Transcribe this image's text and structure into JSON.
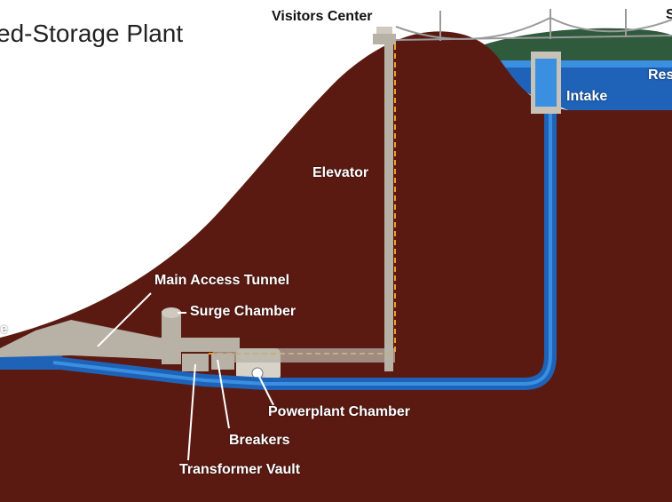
{
  "diagram": {
    "title": "ed-Storage Plant",
    "labels": {
      "visitors_center": "Visitors Center",
      "elevator": "Elevator",
      "intake": "Intake",
      "reservoir_partial": "Res",
      "main_access_tunnel": "Main Access Tunnel",
      "surge_chamber": "Surge Chamber",
      "powerplant_chamber": "Powerplant Chamber",
      "breakers": "Breakers",
      "transformer_vault": "Transformer Vault",
      "left_edge_partial": "e",
      "top_right_partial": "S"
    },
    "colors": {
      "earth": "#5a1a12",
      "water": "#1f63b8",
      "water_light": "#3b8fe0",
      "concrete": "#b7b1a6",
      "forest": "#2f5a3c",
      "cable": "#9a9a9a",
      "elevator_dash": "#f0a020"
    }
  }
}
